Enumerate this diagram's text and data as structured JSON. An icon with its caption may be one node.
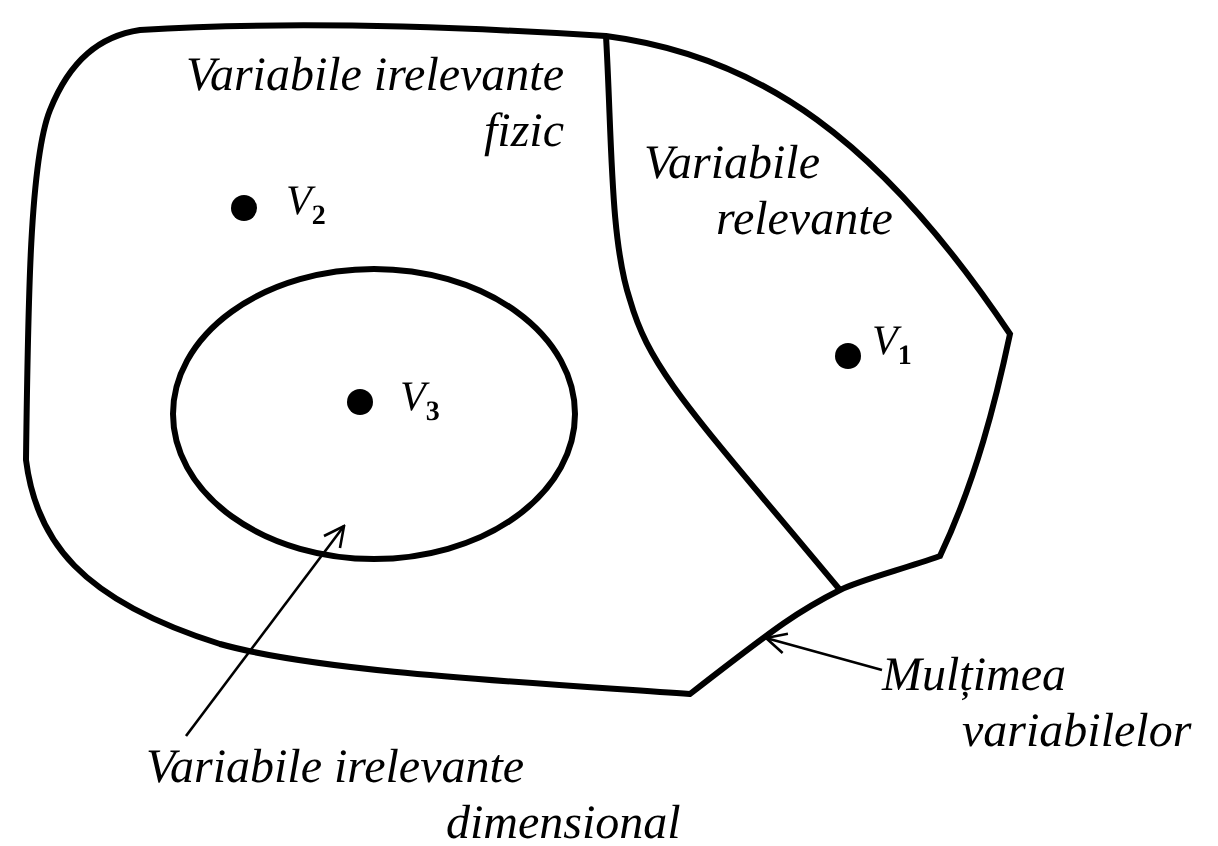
{
  "diagram": {
    "nodes": [
      {
        "text": [],
        "shape": "blob"
      },
      {
        "text": [
          "Variabile irelevante fizic"
        ],
        "in": 0
      },
      {
        "text": [
          "Variabile relevante"
        ],
        "in": 0
      },
      {
        "text": [],
        "shape": "ellipse",
        "in": 1
      },
      {
        "text": [
          "Variabile irelevante dimensional"
        ]
      },
      {
        "text": [
          "Mulțimea variabilelor"
        ]
      }
    ],
    "edges": [
      {
        "from": 4,
        "to": 3,
        "arrow": "to"
      },
      {
        "from": 5,
        "to": 0,
        "arrow": "to"
      }
    ],
    "labels": [
      "V$_{2}$",
      "V$_{1}$",
      "V$_{3}$"
    ]
  }
}
